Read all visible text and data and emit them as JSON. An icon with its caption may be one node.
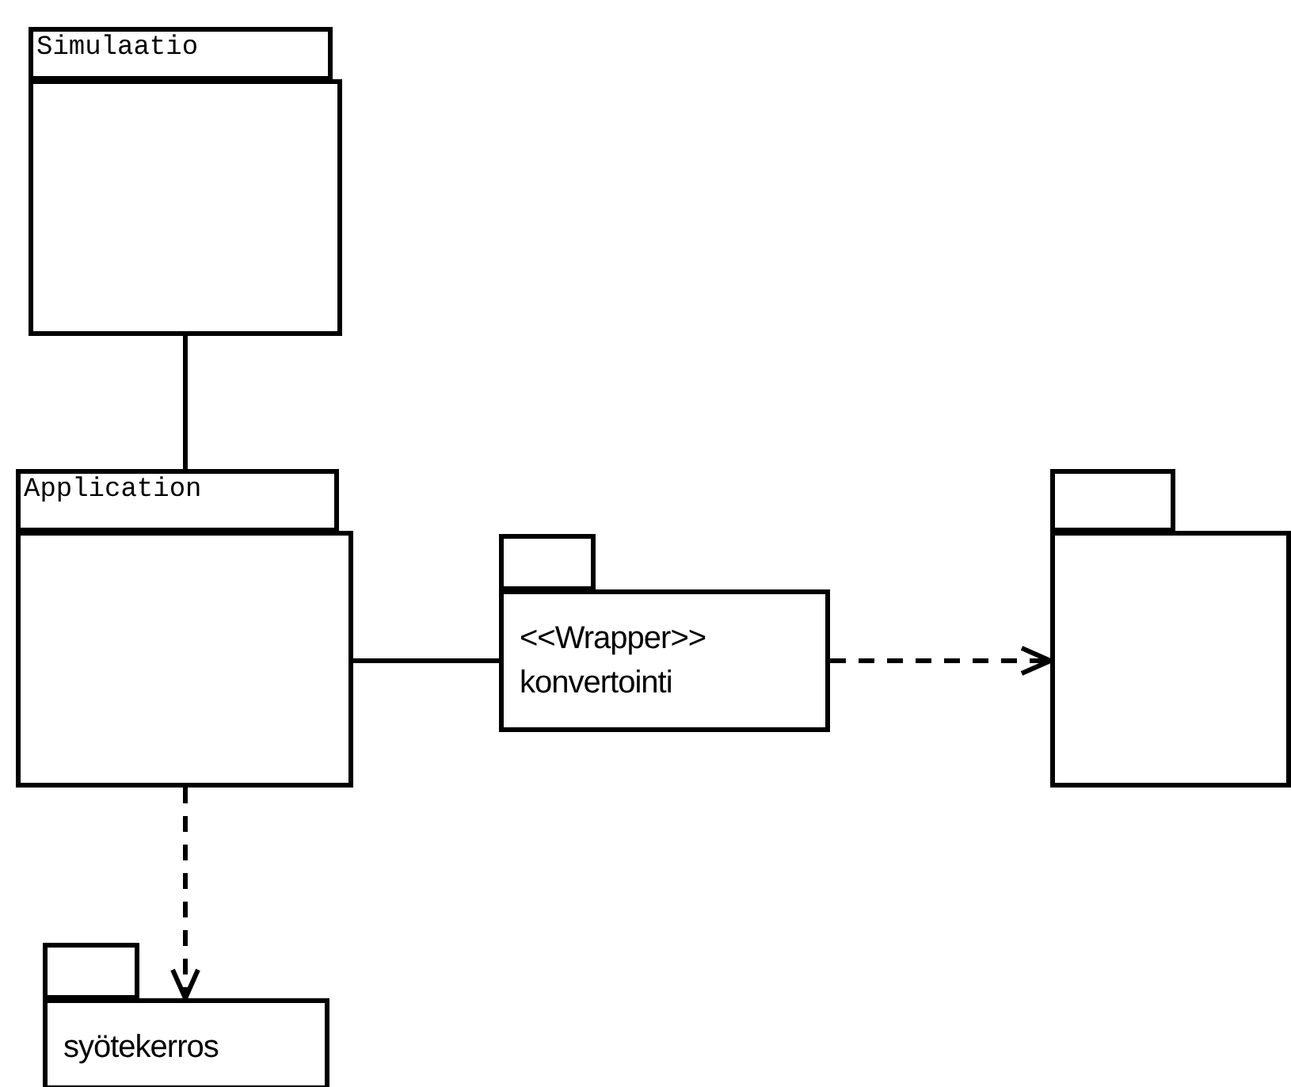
{
  "diagram": {
    "nodes": [
      {
        "text": [
          "Simulaatio"
        ]
      },
      {
        "text": [
          "Application"
        ]
      },
      {
        "text": [
          "<<Wrapper>>",
          "konvertointi"
        ]
      },
      {
        "text": [],
        "shape": "folder"
      },
      {
        "text": [
          "syötekerros"
        ]
      }
    ],
    "edges": [
      {
        "from": 0,
        "to": 1,
        "arrow": "none"
      },
      {
        "from": 1,
        "to": 2,
        "arrow": "none"
      },
      {
        "from": 2,
        "to": 3,
        "arrow": "to",
        "style": "dashed"
      },
      {
        "from": 1,
        "to": 4,
        "arrow": "to",
        "style": "dashed"
      }
    ]
  }
}
